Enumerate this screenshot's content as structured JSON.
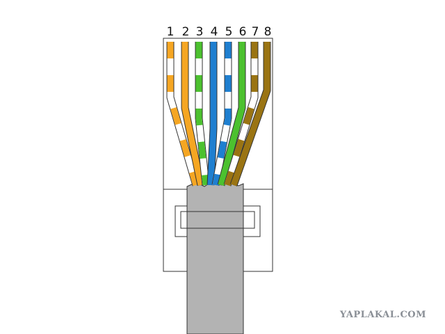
{
  "pin_labels": [
    "1",
    "2",
    "3",
    "4",
    "5",
    "6",
    "7",
    "8"
  ],
  "wires": [
    {
      "pin": "1",
      "color": "#f5a623",
      "striped": true
    },
    {
      "pin": "2",
      "color": "#f5a623",
      "striped": false
    },
    {
      "pin": "3",
      "color": "#4cc12f",
      "striped": true
    },
    {
      "pin": "4",
      "color": "#1f7fd0",
      "striped": false
    },
    {
      "pin": "5",
      "color": "#1f7fd0",
      "striped": true
    },
    {
      "pin": "6",
      "color": "#4cc12f",
      "striped": false
    },
    {
      "pin": "7",
      "color": "#9a7413",
      "striped": true
    },
    {
      "pin": "8",
      "color": "#9a7413",
      "striped": false
    }
  ],
  "colors": {
    "cable": "#b3b3b3",
    "outline": "#333333",
    "background": "#ffffff"
  },
  "watermark": "YAPLAKAL.COM"
}
